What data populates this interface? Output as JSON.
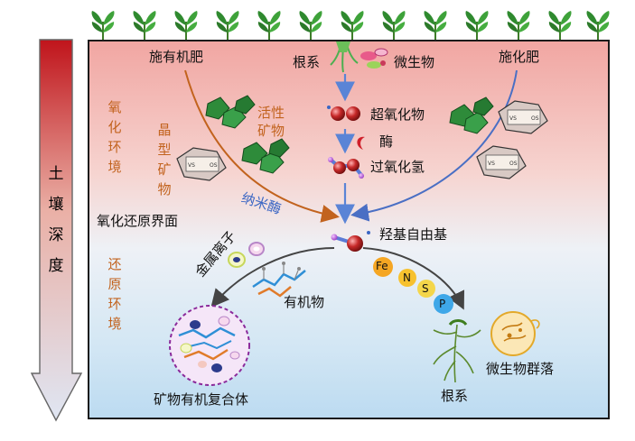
{
  "depth_arrow": {
    "chars": [
      "土",
      "壤",
      "深",
      "度"
    ]
  },
  "labels": {
    "organic_fertilizer": "施有机肥",
    "chemical_fertilizer": "施化肥",
    "roots_top": "根系",
    "microbes_top": "微生物",
    "superoxide": "超氧化物",
    "enzyme": "酶",
    "hydrogen_peroxide": "过氧化氢",
    "active_minerals": [
      "活性",
      "矿物"
    ],
    "crystalline_minerals": [
      "晶",
      "型",
      "矿",
      "物"
    ],
    "oxidizing_env": [
      "氧",
      "化",
      "环",
      "境"
    ],
    "nanozyme": "纳米酶",
    "redox_interface": "氧化还原界面",
    "hydroxyl_radical": "羟基自由基",
    "metal_ions": "金属离子",
    "reducing_env": [
      "还",
      "原",
      "环",
      "境"
    ],
    "organic_matter": "有机物",
    "mineral_organic_complex": "矿物有机复合体",
    "roots_bottom": "根系",
    "microbial_community": "微生物群落"
  },
  "elements": [
    "Fe",
    "N",
    "S",
    "P"
  ],
  "hex_mineral_text": {
    "left": "VS",
    "right": "OS"
  },
  "colors": {
    "oxidizing_text": "#c2631e",
    "nanozyme_text": "#3a66c4",
    "organic_arrow": "#c2631e",
    "chemical_arrow": "#4a6fc4",
    "center_arrow": "#5a84d6",
    "depth_arrow_top": "#c0141b",
    "depth_arrow_bottom": "#dfe6f3",
    "element_fe": "#f5a623",
    "element_n": "#f7c12e",
    "element_s": "#f4d64a",
    "element_p": "#3ea7e8"
  }
}
